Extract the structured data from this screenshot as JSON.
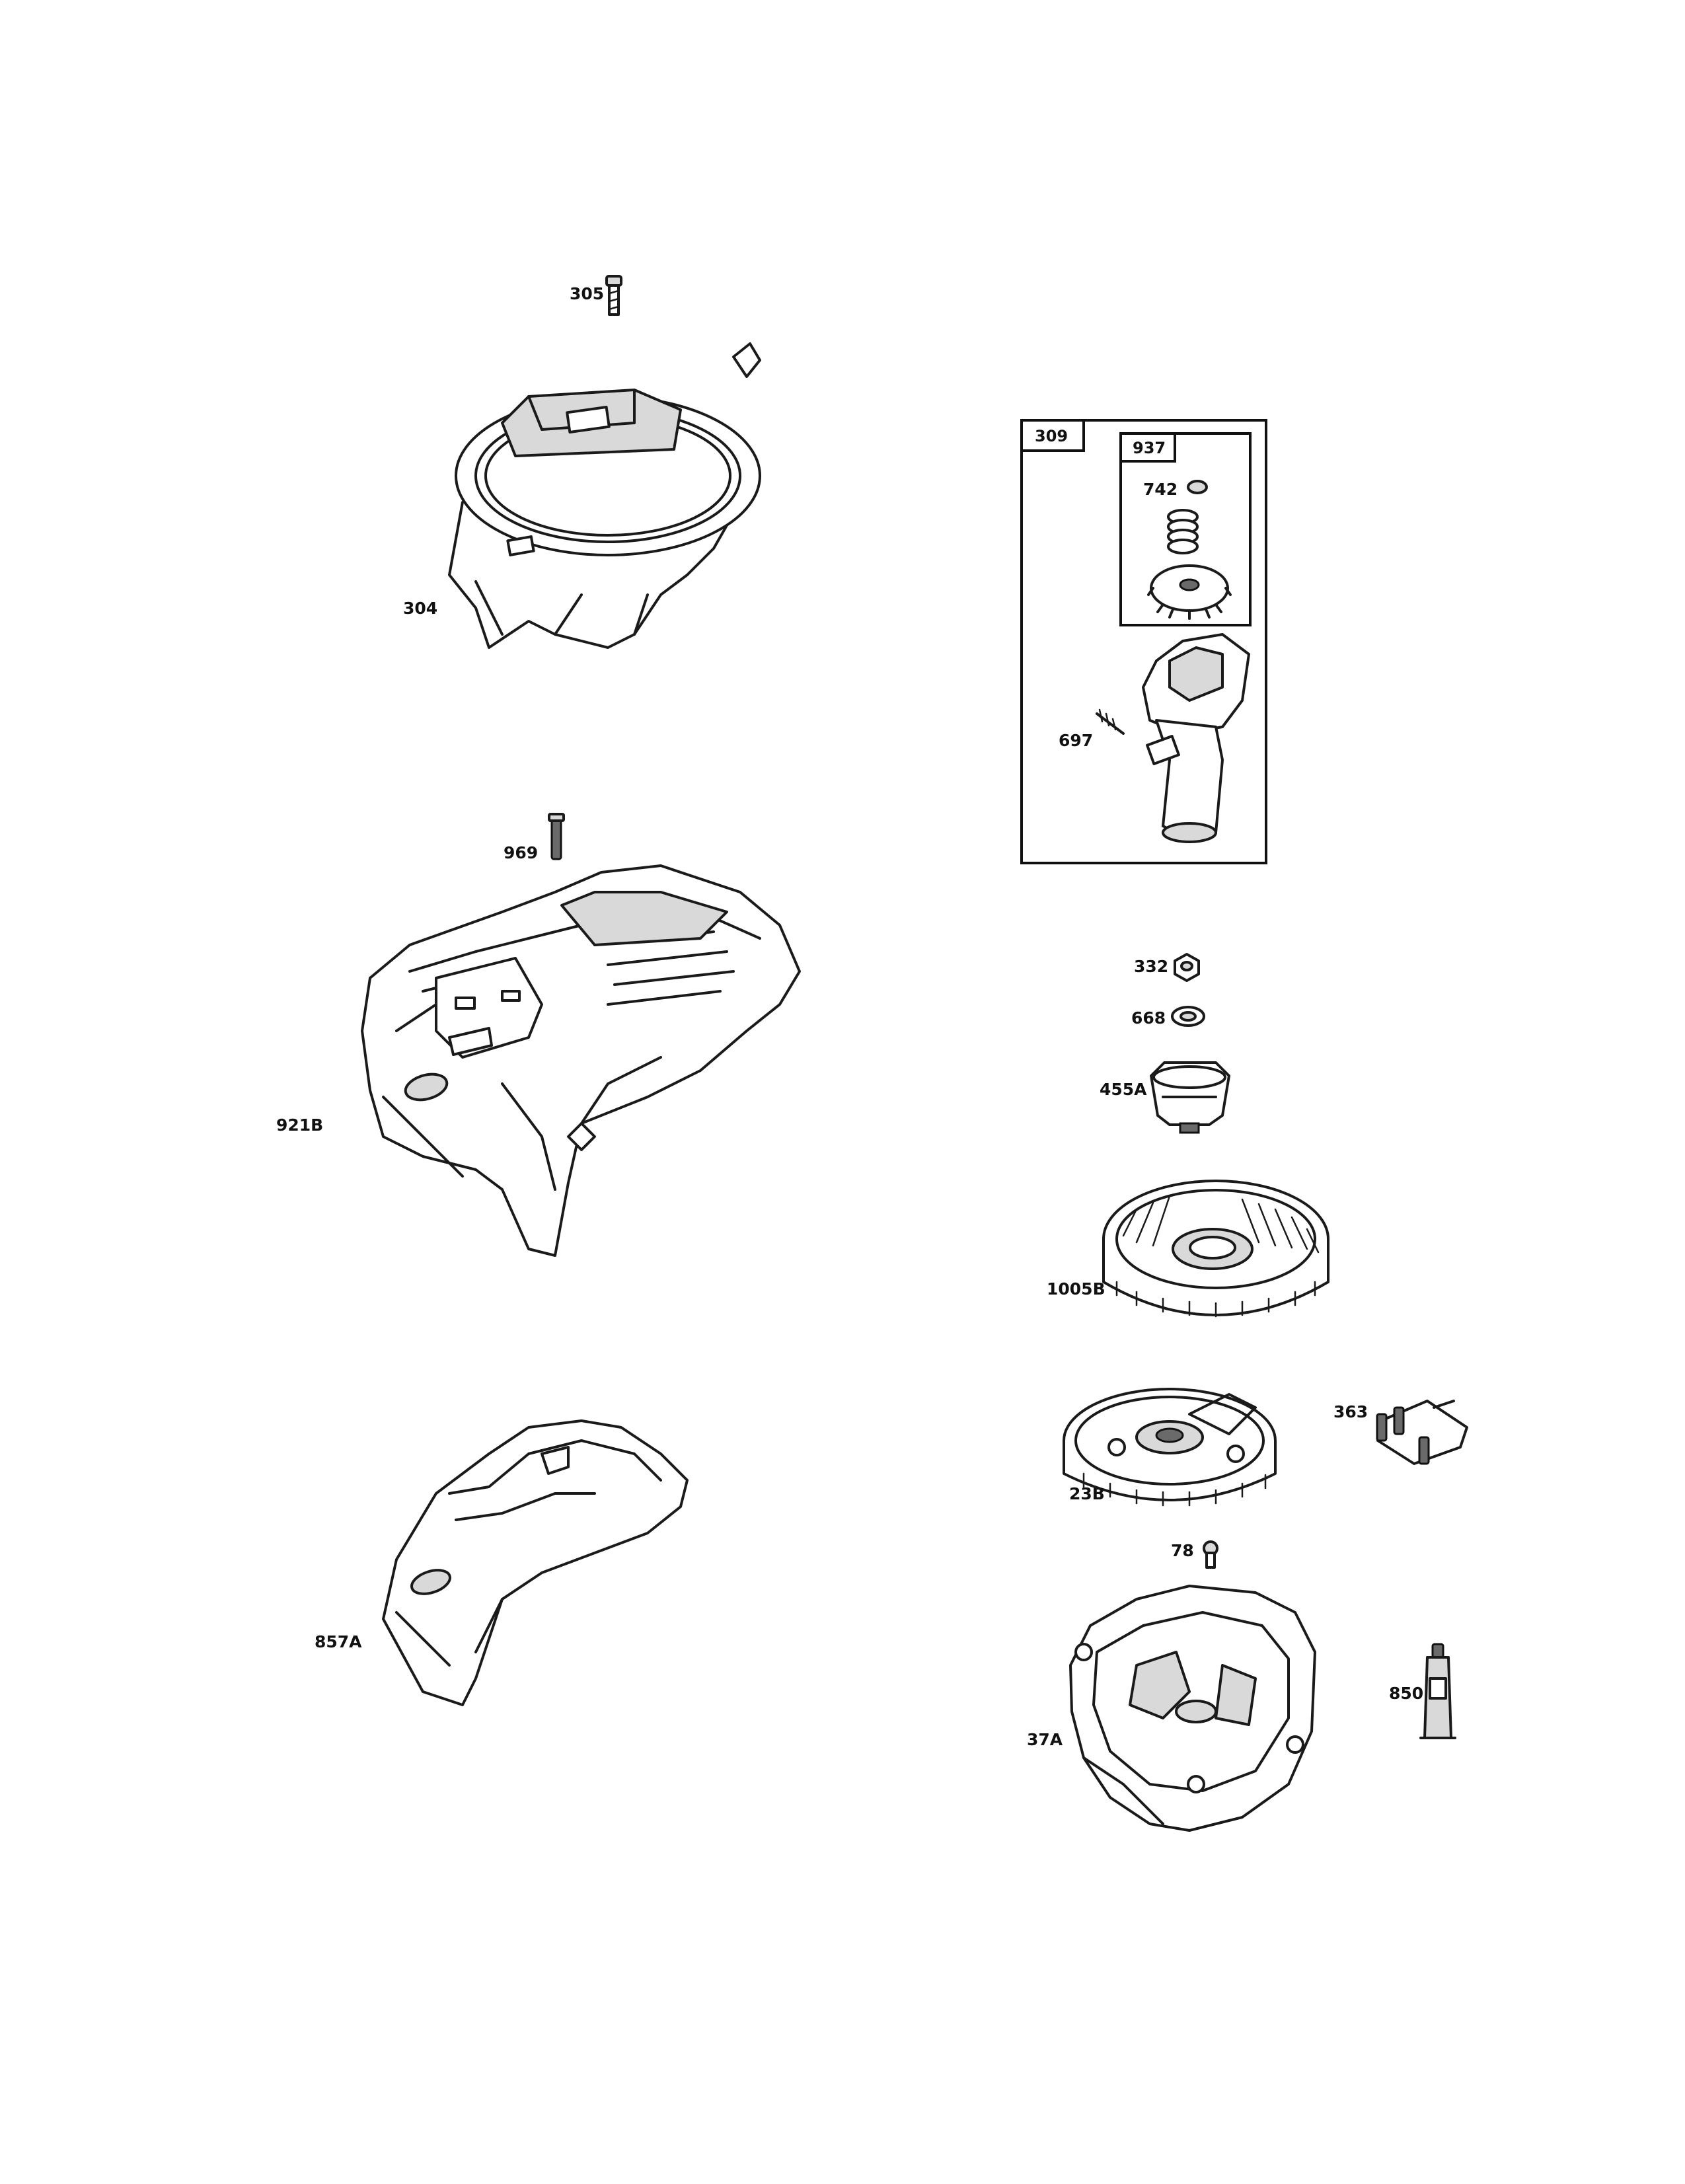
{
  "diagram": {
    "callouts": [
      "305",
      "304",
      "969",
      "921B",
      "857A",
      "309",
      "937",
      "742",
      "697",
      "332",
      "668",
      "455A",
      "1005B",
      "363",
      "23B",
      "78",
      "850",
      "37A"
    ]
  }
}
